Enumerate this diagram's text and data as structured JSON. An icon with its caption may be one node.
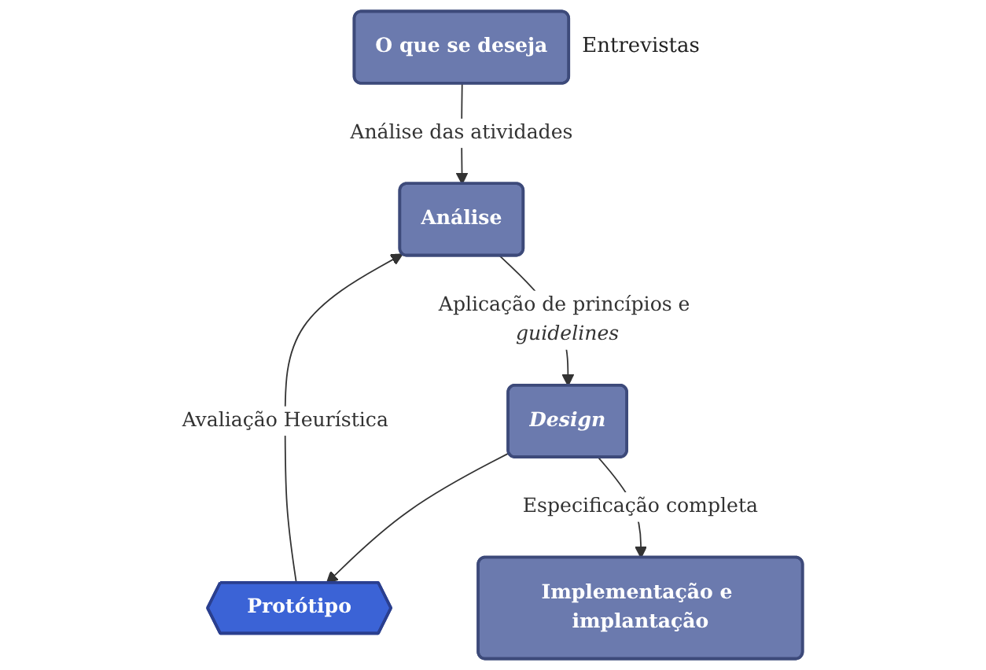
{
  "diagram": {
    "nodes": [
      {
        "text": [
          "O que se deseja"
        ],
        "beside": [
          "Entrevistas"
        ]
      },
      {
        "text": [
          "Análise"
        ]
      },
      {
        "text": [
          "Design"
        ]
      },
      {
        "text": [
          "Protótipo"
        ]
      },
      {
        "text": [
          "Implementação e implantação"
        ]
      }
    ],
    "edges": [
      {
        "from": 0,
        "to": 1,
        "arrow": "to",
        "label": "Análise das atividades"
      },
      {
        "from": 1,
        "to": 2,
        "arrow": "to",
        "label": "Aplicação de princípios e *guidelines*"
      },
      {
        "from": 2,
        "to": 3,
        "arrow": "to"
      },
      {
        "from": 3,
        "to": 1,
        "arrow": "to",
        "label": "Avaliação Heurística"
      },
      {
        "from": 2,
        "to": 4,
        "arrow": "to",
        "label": "Especificação completa"
      }
    ]
  }
}
